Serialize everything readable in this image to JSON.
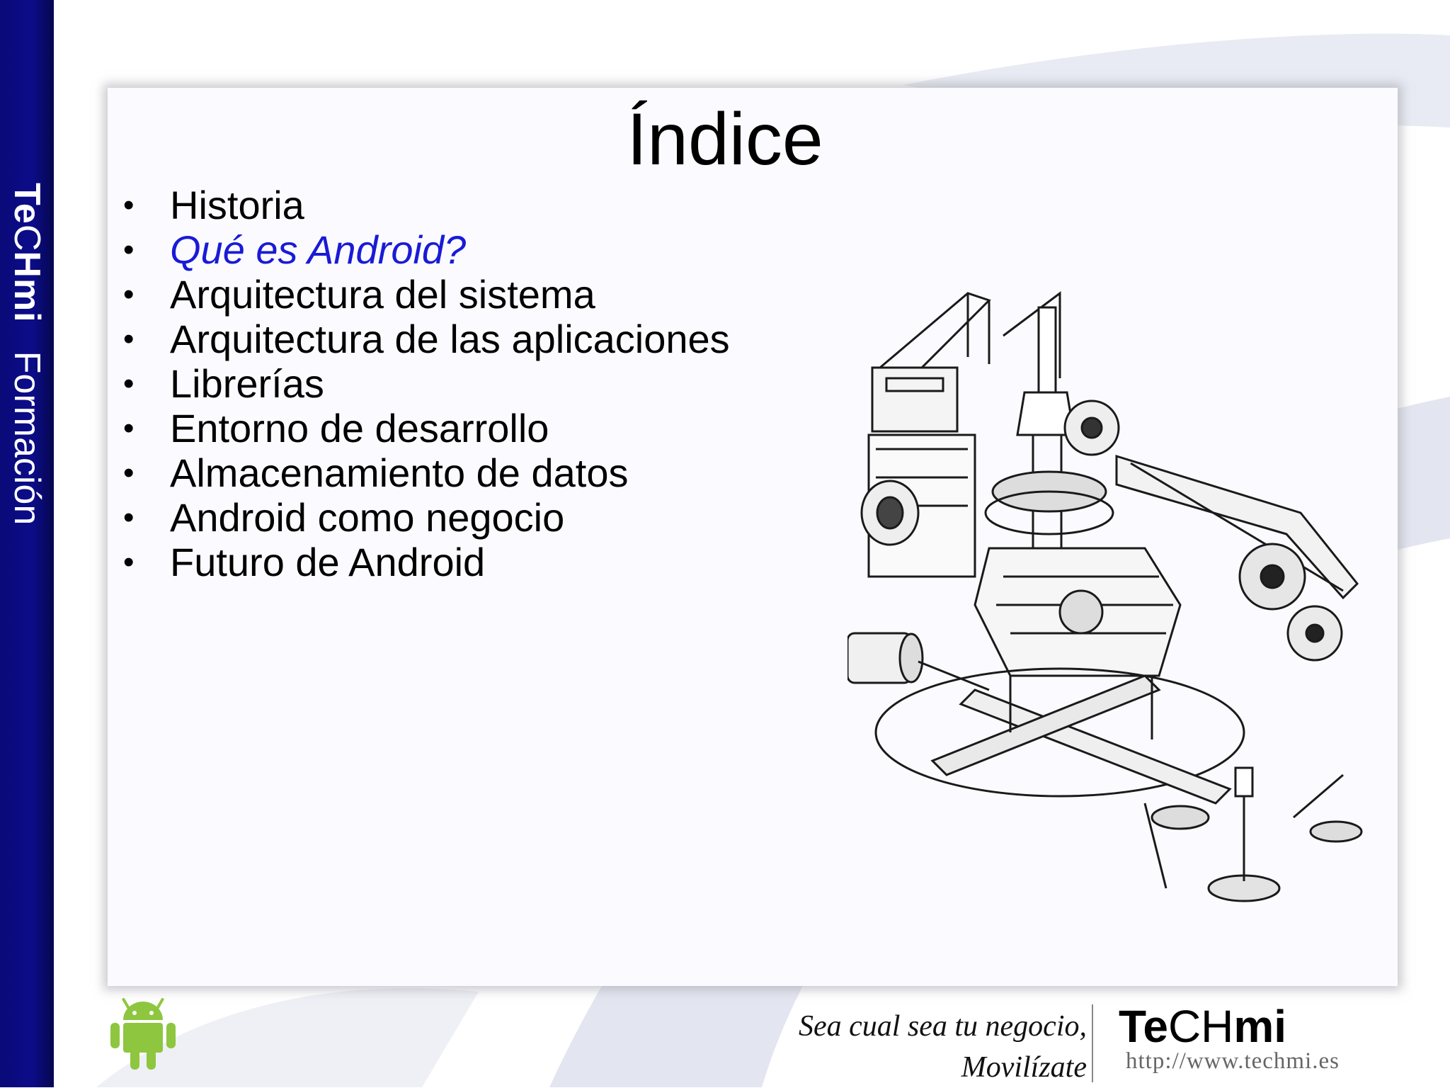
{
  "sidebar": {
    "brand_te": "Te",
    "brand_c": "C",
    "brand_hmi": "Hmi",
    "subtitle": "Formación"
  },
  "slide": {
    "title": "Índice",
    "bullet": "•",
    "items": [
      {
        "label": "Historia"
      },
      {
        "label": "Qué es Android?"
      },
      {
        "label": "Arquitectura del sistema"
      },
      {
        "label": "Arquitectura de las aplicaciones"
      },
      {
        "label": "Librerías"
      },
      {
        "label": "Entorno de desarrollo"
      },
      {
        "label": "Almacenamiento de datos"
      },
      {
        "label": "Android como negocio"
      },
      {
        "label": "Futuro de Android"
      }
    ],
    "current_item": 1
  },
  "footer": {
    "slogan_line1": "Sea cual sea tu negocio,",
    "slogan_line2": "Movilízate",
    "brand_te": "Te",
    "brand_ch": "CH",
    "brand_mi": "mi",
    "url": "http://www.techmi.es"
  },
  "colors": {
    "sidebar": "#0c0c8a",
    "current_item": "#1a1ad6",
    "android_green": "#8ec63f"
  }
}
